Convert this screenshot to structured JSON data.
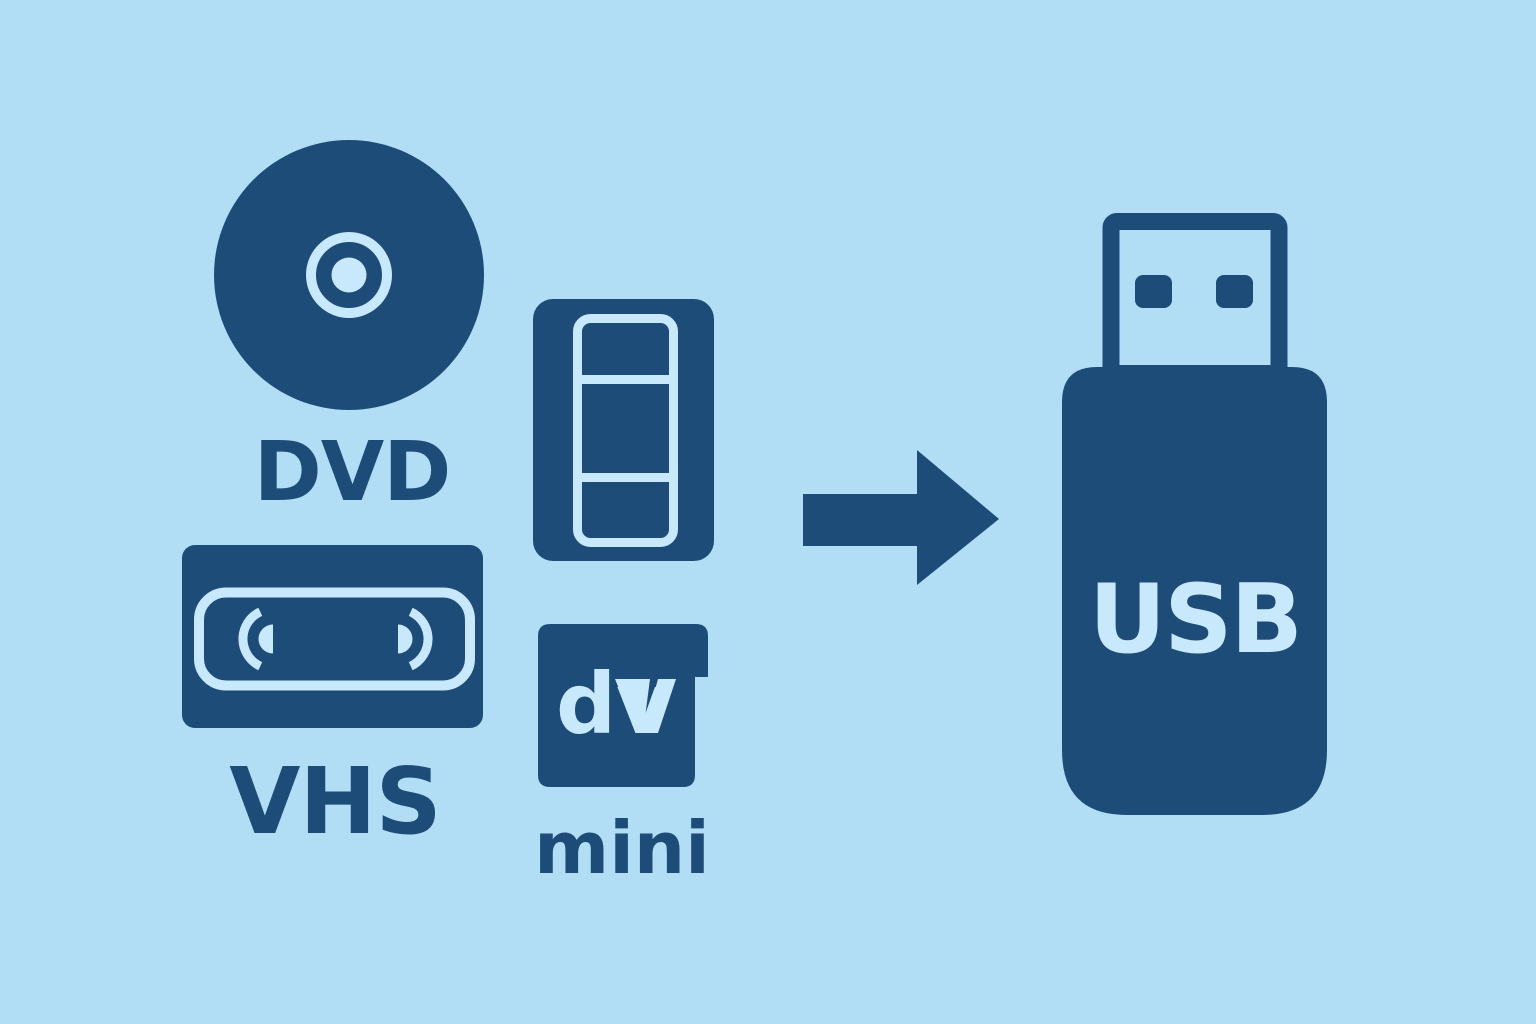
{
  "illustration": {
    "description": "Flat diagram showing legacy video media formats converted to a USB flash drive",
    "colors": {
      "bg": "#b1def4",
      "dark": "#1e4c79",
      "accent": "#c8e8fb"
    },
    "labels": {
      "dvd": "DVD",
      "vhs": "VHS",
      "minidv_letters": "dv",
      "minidv": "mini",
      "usb": "USB"
    },
    "icons": [
      "dvd-disc-icon",
      "film-strip-icon",
      "vhs-tape-icon",
      "minidv-cassette-icon",
      "arrow-right-icon",
      "usb-flash-drive-icon"
    ]
  }
}
